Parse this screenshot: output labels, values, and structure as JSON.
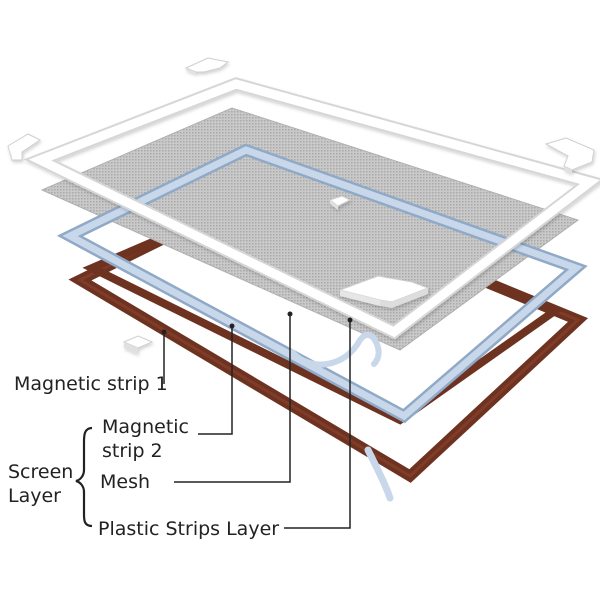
{
  "labels": {
    "magnetic_strip_1": "Magnetic strip 1",
    "magnetic_strip_2_line1": "Magnetic",
    "magnetic_strip_2_line2": "strip 2",
    "screen_layer_line1": "Screen",
    "screen_layer_line2": "Layer",
    "mesh": "Mesh",
    "plastic_strips_layer": "Plastic Strips Layer"
  },
  "colors": {
    "frame_white": "#ffffff",
    "frame_edge": "#d4d4d4",
    "mesh_gray": "#bdbdbd",
    "magnetic_blue": "#b9cce0",
    "magnetic_brown": "#6e3220",
    "leader_line": "#222222"
  }
}
